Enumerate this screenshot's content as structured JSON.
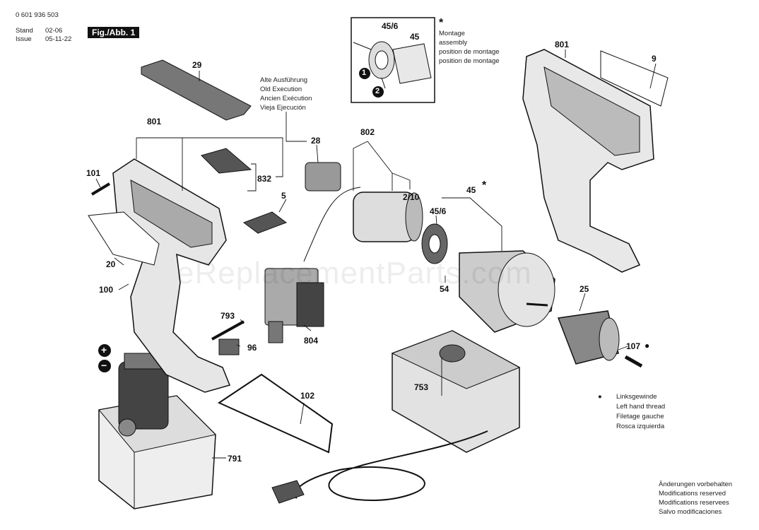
{
  "header": {
    "part_number": "0 601 936 503",
    "stand_label": "Stand",
    "issue_label": "Issue",
    "stand_value": "02-06",
    "issue_value": "05-11-22",
    "figure_label": "Fig./Abb. 1"
  },
  "notes": {
    "old_execution": [
      "Alte Ausführung",
      "Old Execution",
      "Ancien Exécution",
      "Vieja Ejecución"
    ],
    "assembly_marker": "*",
    "assembly": [
      "Montage",
      "assembly",
      "position de montage",
      "position de montage"
    ],
    "left_thread_marker": "●",
    "left_thread": [
      "Linksgewinde",
      "Left hand thread",
      "Filetage gauche",
      "Rosca izquierda"
    ],
    "modifications": [
      "Änderungen vorbehalten",
      "Modifications reserved",
      "Modifications reservees",
      "Salvo modificaciones"
    ]
  },
  "inset": {
    "label_a": "45/6",
    "label_b": "45",
    "step_1": "1",
    "step_2": "2"
  },
  "callouts": {
    "c29": "29",
    "c801a": "801",
    "c801b": "801",
    "c9": "9",
    "c101": "101",
    "c832": "832",
    "c28": "28",
    "c802": "802",
    "c5": "5",
    "c210": "2/10",
    "c45": "45",
    "c45star": "*",
    "c456": "45/6",
    "c20": "20",
    "c100": "100",
    "c54": "54",
    "c25": "25",
    "c804": "804",
    "c793": "793",
    "c96": "96",
    "c107": "107",
    "c107dot": "●",
    "c753": "753",
    "c102": "102",
    "c791": "791",
    "plus": "+",
    "minus": "−"
  },
  "watermark": "eReplacementParts.com"
}
